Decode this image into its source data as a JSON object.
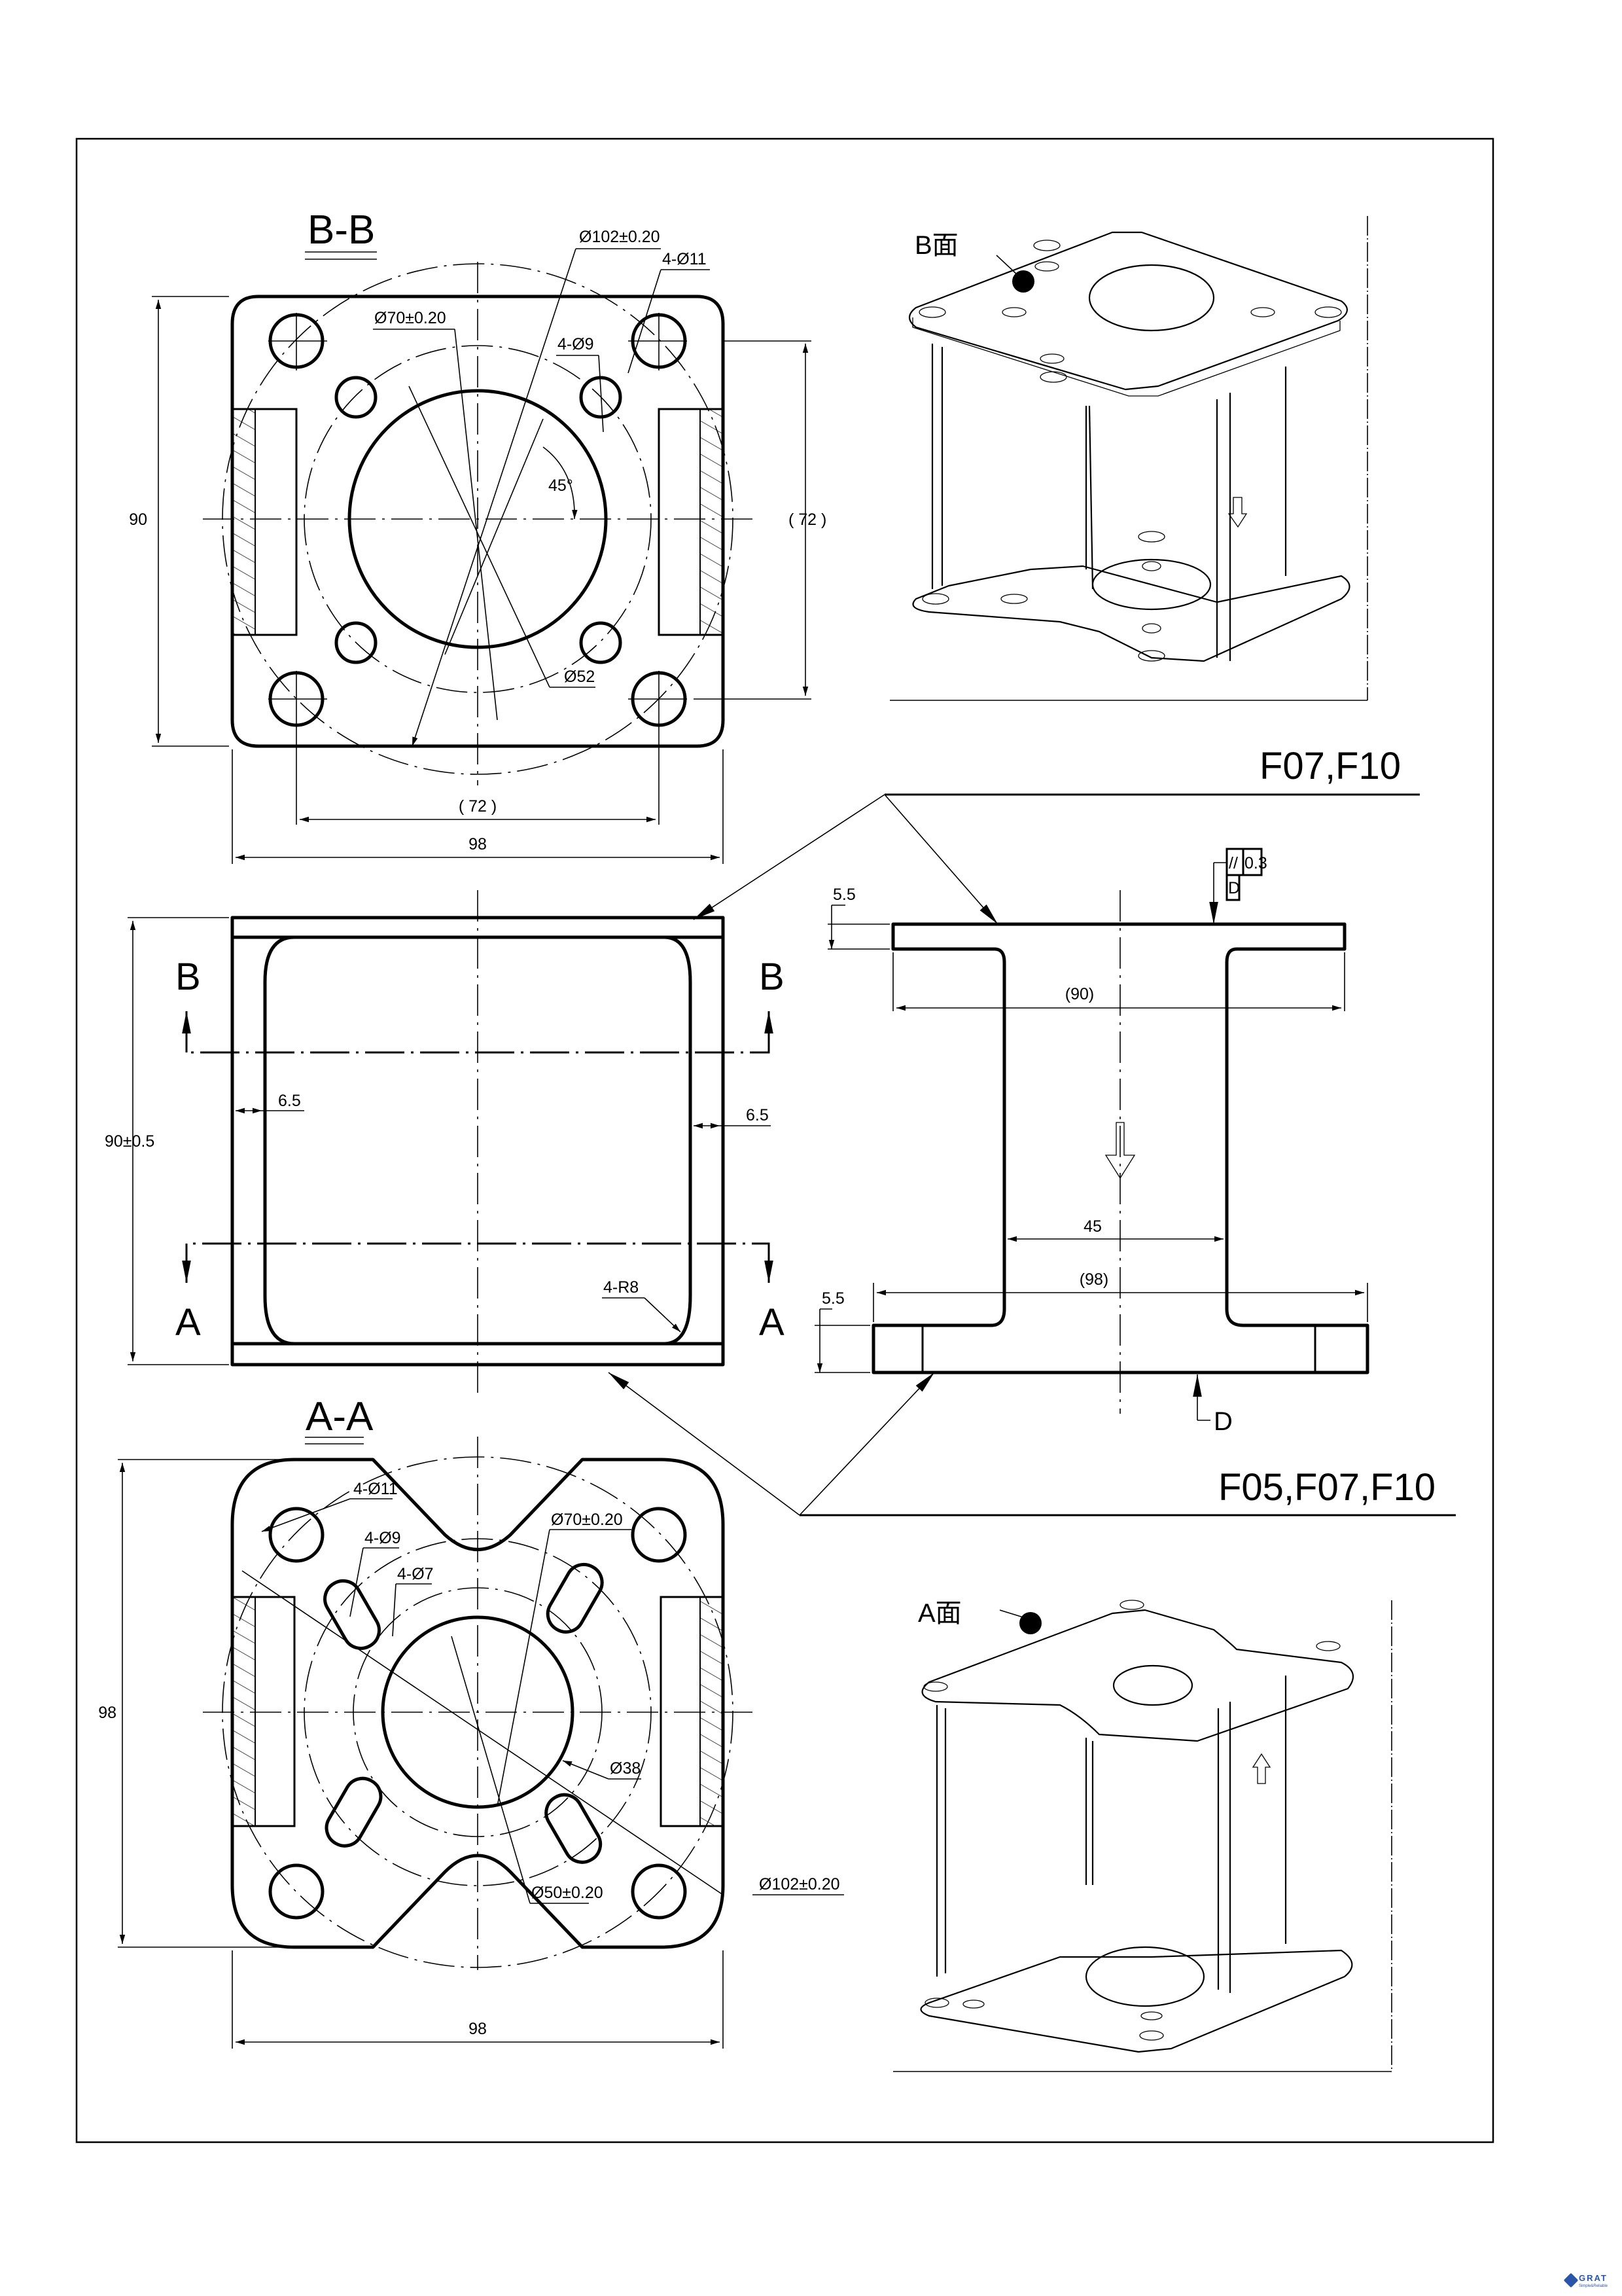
{
  "sheet": {
    "type": "Engineering drawing - actuator mounting bracket"
  },
  "view_bb": {
    "title": "B-B",
    "dims": {
      "pcd_outer": "Ø102±0.20",
      "pcd_inner": "Ø70±0.20",
      "holes_outer": "4-Ø11",
      "holes_inner": "4-Ø9",
      "angle": "45°",
      "bore": "Ø52",
      "height": "90",
      "hole_spacing_v": "( 72 )",
      "hole_spacing_h": "( 72 )",
      "width": "98"
    }
  },
  "view_front": {
    "section_b_left": "B",
    "section_b_right": "B",
    "section_a_left": "A",
    "section_a_right": "A",
    "height": "90±0.5",
    "wall_left": "6.5",
    "wall_right": "6.5",
    "fillet": "4-R8"
  },
  "view_side": {
    "top_flange": "5.5",
    "top_width": "(90)",
    "web_gap": "45",
    "bottom_width": "(98)",
    "bottom_flange": "5.5",
    "tolerance_symbol": "//",
    "tolerance_value": "0.3",
    "datum_ref": "D",
    "datum_label": "D"
  },
  "callouts": {
    "top": "F07,F10",
    "bottom": "F05,F07,F10"
  },
  "view_aa": {
    "title": "A-A",
    "dims": {
      "holes_outer": "4-Ø11",
      "slots_outer": "4-Ø9",
      "slots_inner": "4-Ø7",
      "pcd_mid": "Ø70±0.20",
      "bore": "Ø38",
      "pcd_inner": "Ø50±0.20",
      "pcd_outer": "Ø102±0.20",
      "height": "98",
      "width": "98"
    }
  },
  "iso_top": {
    "label": "B面"
  },
  "iso_bottom": {
    "label": "A面"
  },
  "logo": {
    "name": "GRAT",
    "mark": "®",
    "tagline": "Simple&Reliable",
    "color": "#2b55a8"
  }
}
